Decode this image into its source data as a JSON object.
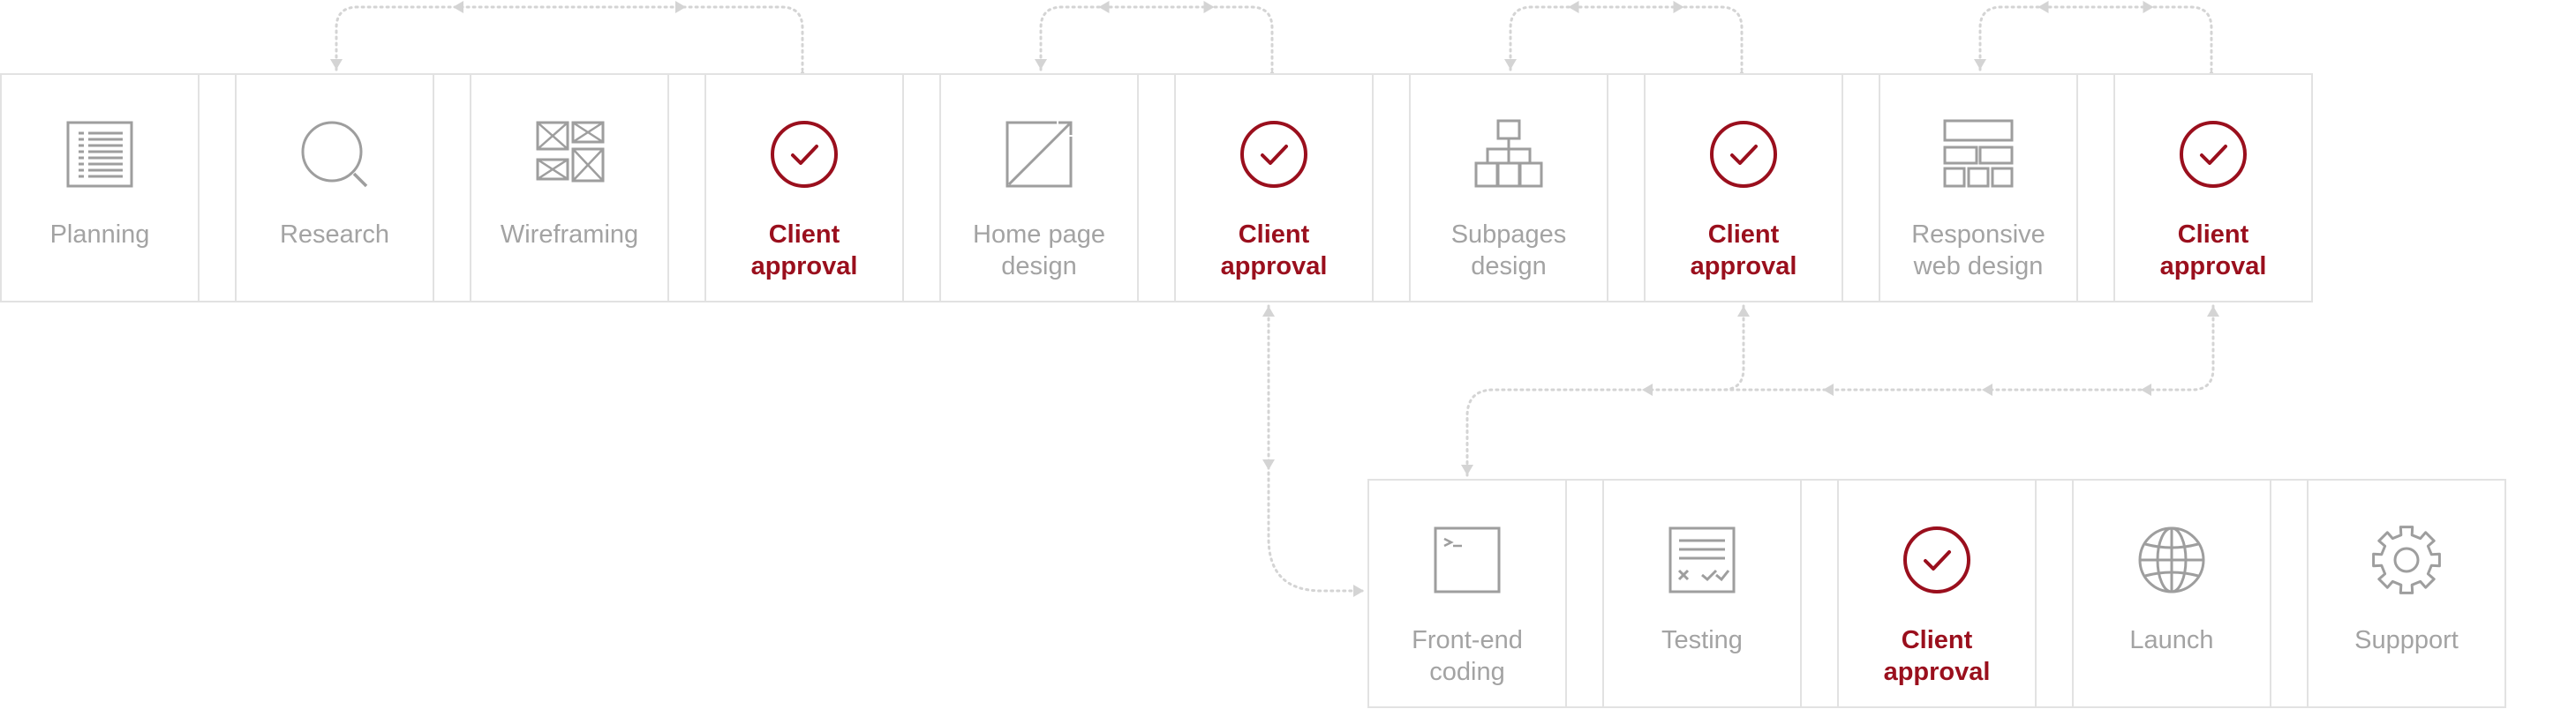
{
  "colors": {
    "border": "#e2e2e2",
    "icon_grey": "#9e9e9e",
    "text_grey": "#a3a3a3",
    "accent_red": "#9a0f1d",
    "connector": "#d4d4d4"
  },
  "rows": [
    {
      "steps": [
        {
          "label": "Planning",
          "icon": "document-list-icon",
          "approval": false
        },
        {
          "label": "Research",
          "icon": "magnifier-icon",
          "approval": false
        },
        {
          "label": "Wireframing",
          "icon": "wireframe-grid-icon",
          "approval": false
        },
        {
          "label": "Client\napproval",
          "icon": "check-circle-icon",
          "approval": true
        },
        {
          "label": "Home page\ndesign",
          "icon": "pencil-square-icon",
          "approval": false
        },
        {
          "label": "Client\napproval",
          "icon": "check-circle-icon",
          "approval": true
        },
        {
          "label": "Subpages\ndesign",
          "icon": "sitemap-icon",
          "approval": false
        },
        {
          "label": "Client\napproval",
          "icon": "check-circle-icon",
          "approval": true
        },
        {
          "label": "Responsive\nweb design",
          "icon": "layout-blocks-icon",
          "approval": false
        },
        {
          "label": "Client\napproval",
          "icon": "check-circle-icon",
          "approval": true
        }
      ]
    },
    {
      "steps": [
        {
          "label": "Front-end\ncoding",
          "icon": "terminal-icon",
          "approval": false
        },
        {
          "label": "Testing",
          "icon": "test-sheet-icon",
          "approval": false
        },
        {
          "label": "Client\napproval",
          "icon": "check-circle-icon",
          "approval": true
        },
        {
          "label": "Launch",
          "icon": "globe-icon",
          "approval": false
        },
        {
          "label": "Suppport",
          "icon": "gear-icon",
          "approval": false
        }
      ]
    }
  ]
}
